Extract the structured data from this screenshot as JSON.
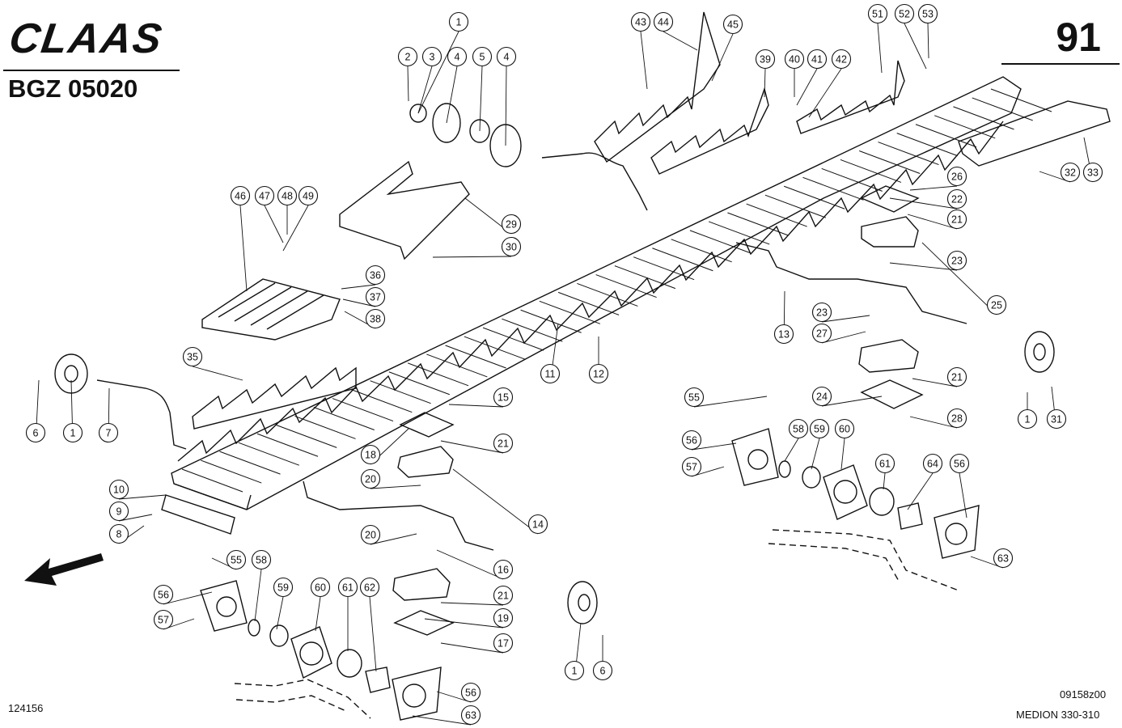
{
  "header": {
    "brand": "CLAAS",
    "group_code": "BGZ 05020",
    "page_number": "91"
  },
  "footer": {
    "drawing_no": "124156",
    "figure_ref": "09158z00",
    "model": "MEDION 330-310"
  },
  "callouts": [
    {
      "n": "1"
    },
    {
      "n": "2"
    },
    {
      "n": "3"
    },
    {
      "n": "4"
    },
    {
      "n": "5"
    },
    {
      "n": "4"
    },
    {
      "n": "43"
    },
    {
      "n": "44"
    },
    {
      "n": "45"
    },
    {
      "n": "39"
    },
    {
      "n": "40"
    },
    {
      "n": "41"
    },
    {
      "n": "42"
    },
    {
      "n": "51"
    },
    {
      "n": "52"
    },
    {
      "n": "53"
    },
    {
      "n": "46"
    },
    {
      "n": "47"
    },
    {
      "n": "48"
    },
    {
      "n": "49"
    },
    {
      "n": "29"
    },
    {
      "n": "30"
    },
    {
      "n": "36"
    },
    {
      "n": "37"
    },
    {
      "n": "38"
    },
    {
      "n": "35"
    },
    {
      "n": "26"
    },
    {
      "n": "22"
    },
    {
      "n": "21"
    },
    {
      "n": "23"
    },
    {
      "n": "25"
    },
    {
      "n": "23"
    },
    {
      "n": "27"
    },
    {
      "n": "21"
    },
    {
      "n": "24"
    },
    {
      "n": "28"
    },
    {
      "n": "13"
    },
    {
      "n": "32"
    },
    {
      "n": "33"
    },
    {
      "n": "11"
    },
    {
      "n": "12"
    },
    {
      "n": "6"
    },
    {
      "n": "1"
    },
    {
      "n": "7"
    },
    {
      "n": "15"
    },
    {
      "n": "18"
    },
    {
      "n": "21"
    },
    {
      "n": "20"
    },
    {
      "n": "14"
    },
    {
      "n": "20"
    },
    {
      "n": "16"
    },
    {
      "n": "21"
    },
    {
      "n": "19"
    },
    {
      "n": "17"
    },
    {
      "n": "10"
    },
    {
      "n": "9"
    },
    {
      "n": "8"
    },
    {
      "n": "55"
    },
    {
      "n": "58"
    },
    {
      "n": "56"
    },
    {
      "n": "57"
    },
    {
      "n": "59"
    },
    {
      "n": "60"
    },
    {
      "n": "61"
    },
    {
      "n": "62"
    },
    {
      "n": "56"
    },
    {
      "n": "63"
    },
    {
      "n": "1"
    },
    {
      "n": "6"
    },
    {
      "n": "55"
    },
    {
      "n": "56"
    },
    {
      "n": "57"
    },
    {
      "n": "58"
    },
    {
      "n": "59"
    },
    {
      "n": "60"
    },
    {
      "n": "61"
    },
    {
      "n": "64"
    },
    {
      "n": "56"
    },
    {
      "n": "63"
    },
    {
      "n": "1"
    },
    {
      "n": "31"
    }
  ]
}
